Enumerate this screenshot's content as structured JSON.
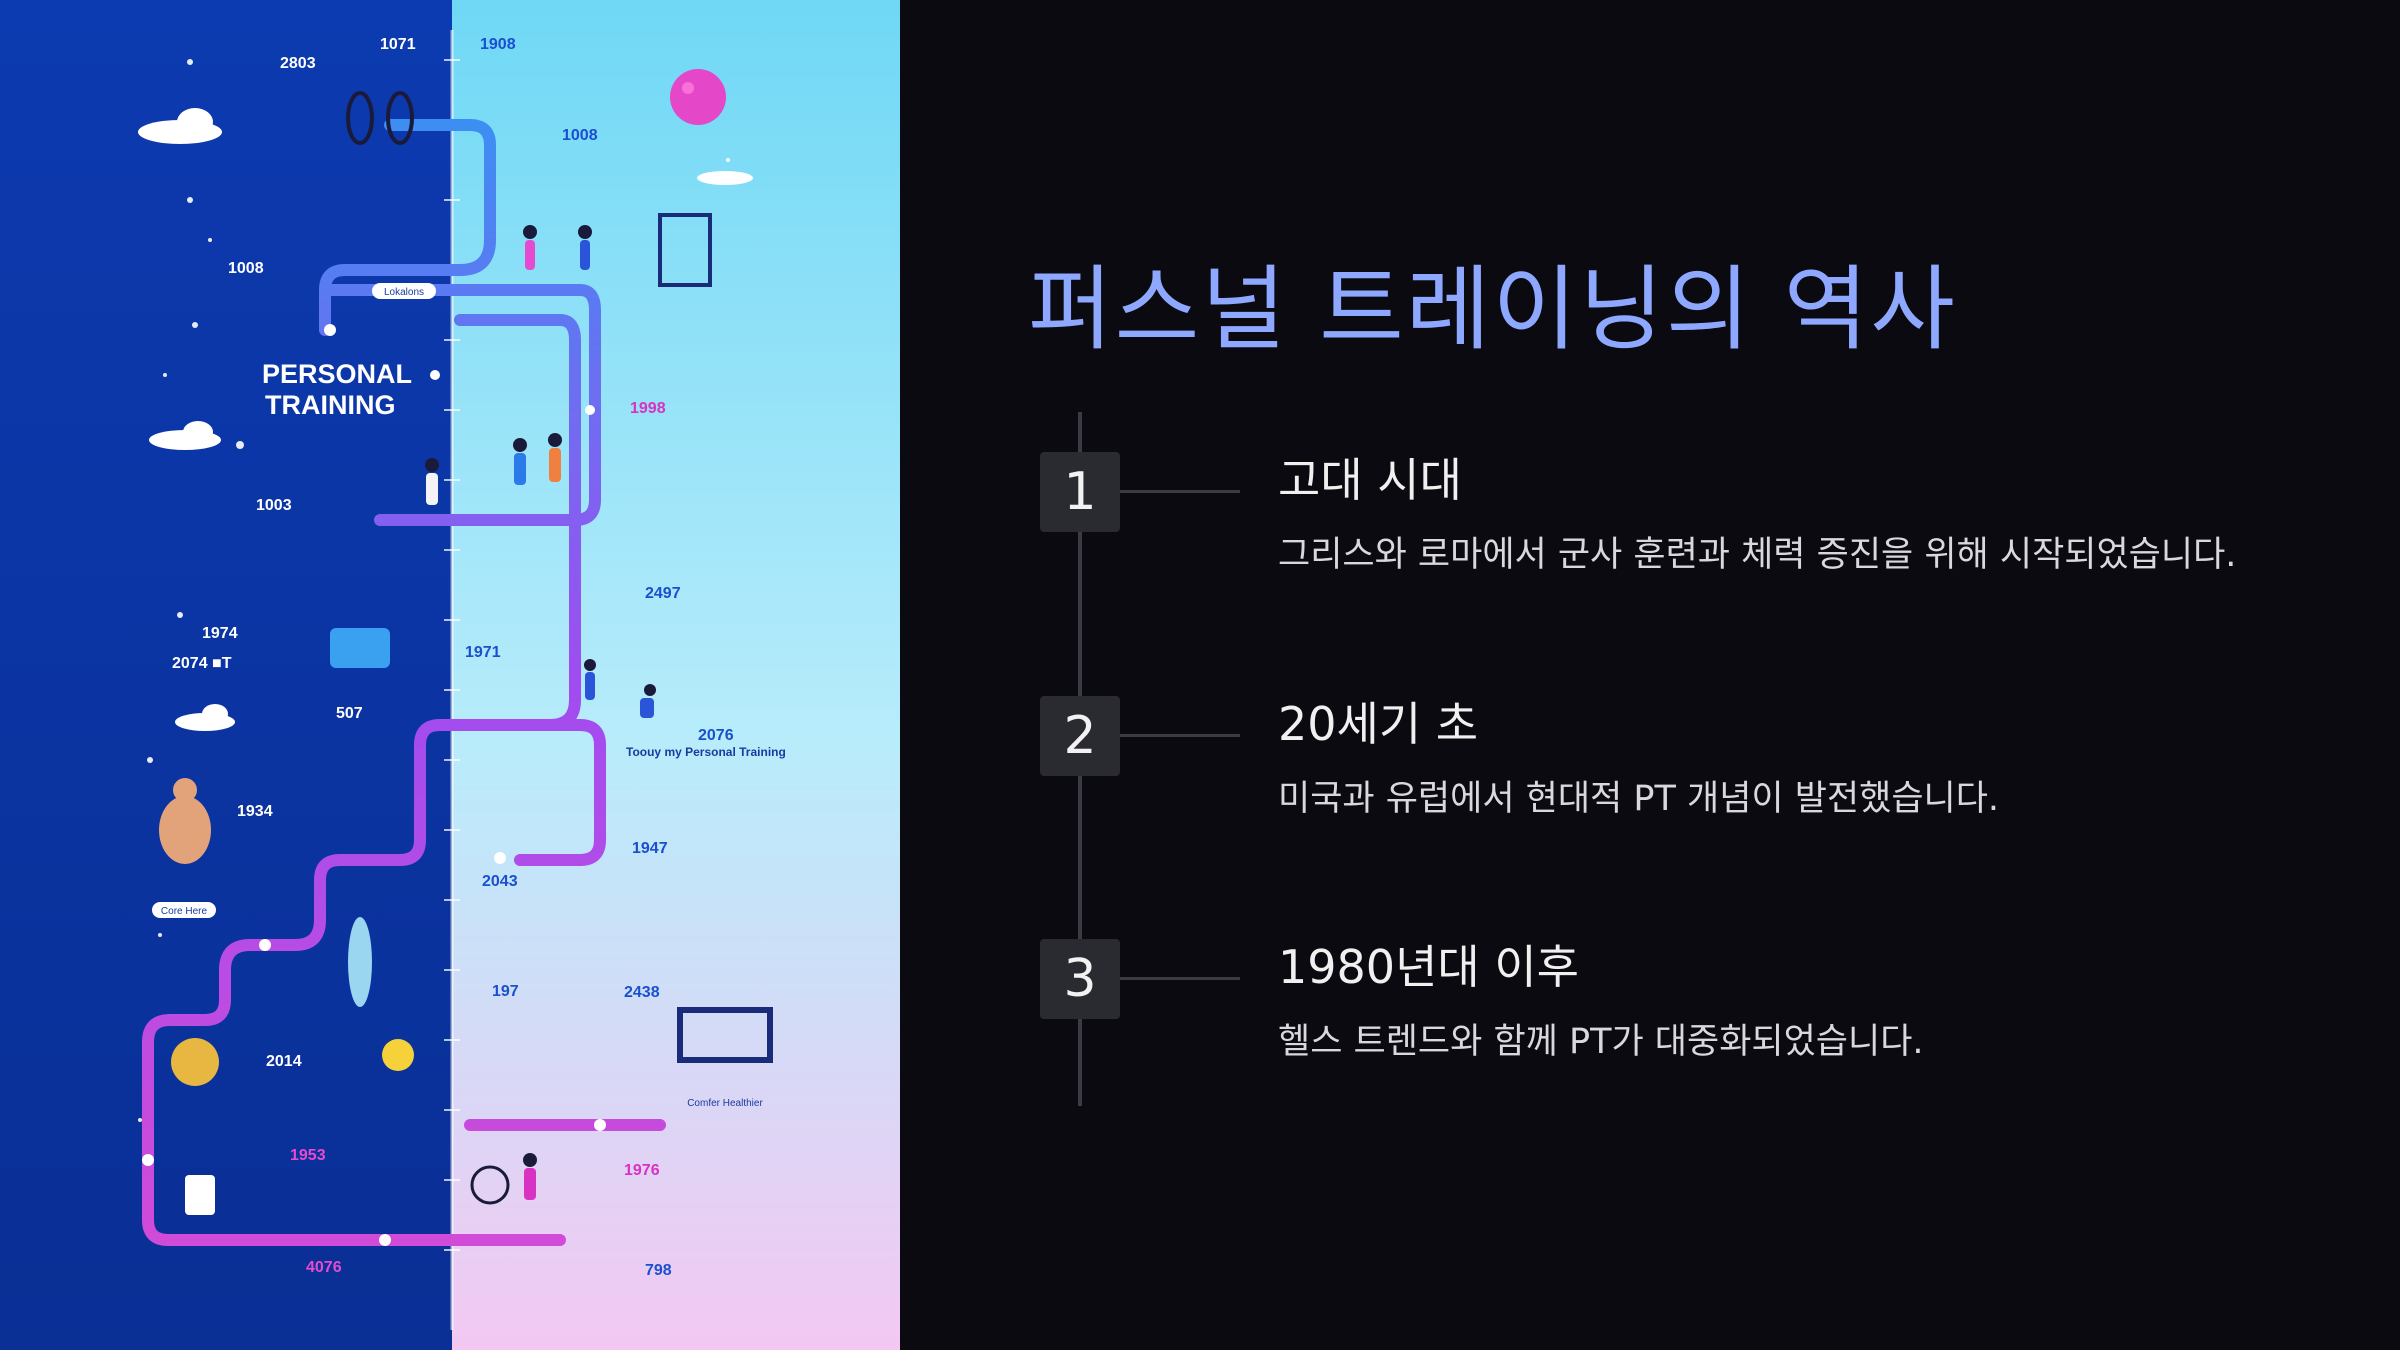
{
  "slide": {
    "title": "퍼스널 트레이닝의 역사"
  },
  "infographic": {
    "heading_line1": "PERSONAL",
    "heading_line2": "TRAINING",
    "year_labels": [
      "2803",
      "1071",
      "1908",
      "1008",
      "1008",
      "1998",
      "1003",
      "2497",
      "1974",
      "2074 ■T",
      "1971",
      "507",
      "2076",
      "1934",
      "1947",
      "2043",
      "197",
      "2438",
      "2014",
      "1953",
      "1976",
      "4076",
      "798"
    ],
    "subheads": [
      "Toouy my Personal Training"
    ],
    "tags": [
      "Lokalons",
      "Core Here",
      "Comfer Healthier"
    ]
  },
  "timeline": {
    "steps": [
      {
        "number": "1",
        "heading": "고대 시대",
        "description": "그리스와 로마에서 군사 훈련과 체력 증진을 위해 시작되었습니다."
      },
      {
        "number": "2",
        "heading": "20세기 초",
        "description": "미국과 유럽에서 현대적 PT 개념이 발전했습니다."
      },
      {
        "number": "3",
        "heading": "1980년대 이후",
        "description": "헬스 트렌드와 함께 PT가 대중화되었습니다."
      }
    ]
  },
  "colors": {
    "background": "#0b0a10",
    "title": "#8ea8ff",
    "badge": "#2a2a31",
    "timeline_line": "#3b3b45",
    "infographic_left": "#0a3aa8",
    "infographic_right": "#8fe6f8",
    "path": "#b04cf0"
  }
}
